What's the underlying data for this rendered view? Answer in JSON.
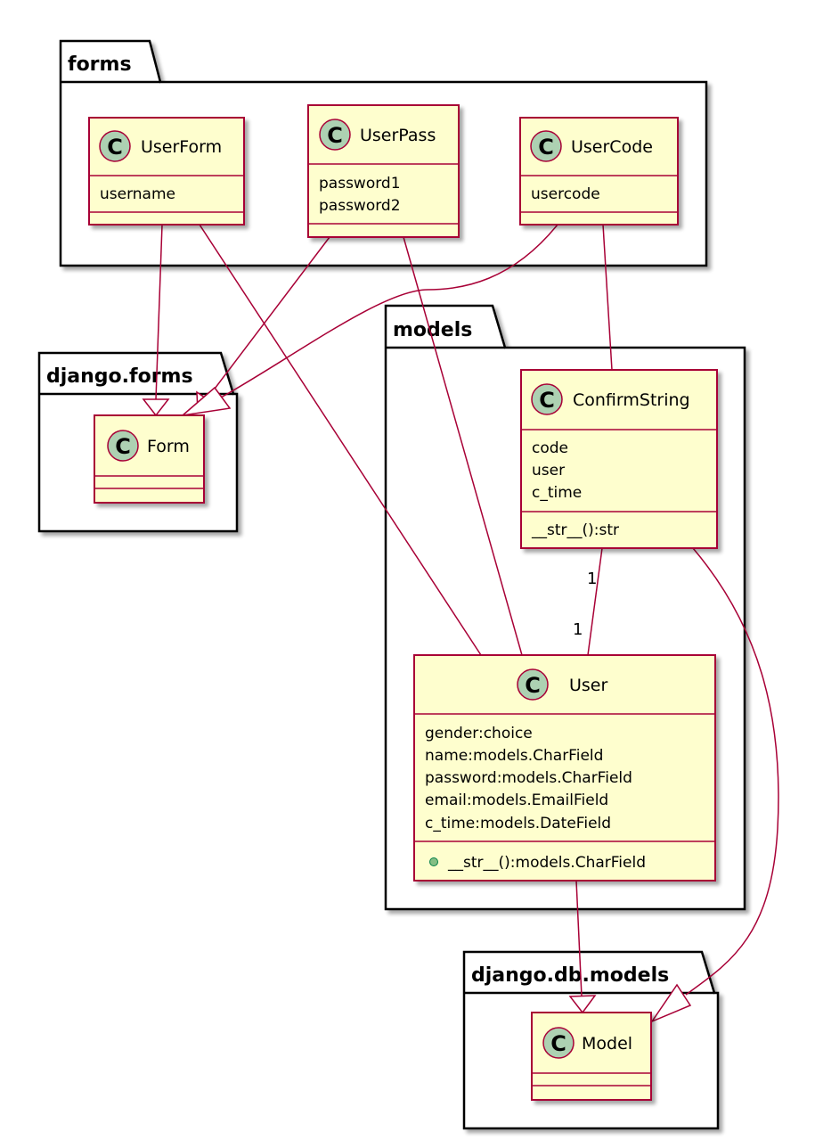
{
  "packages": {
    "forms": "forms",
    "django_forms": "django.forms",
    "models": "models",
    "django_db_models": "django.db.models"
  },
  "class_icon_letter": "C",
  "classes": {
    "userform": {
      "name": "UserForm",
      "fields": [
        "username"
      ]
    },
    "userpass": {
      "name": "UserPass",
      "fields": [
        "password1",
        "password2"
      ]
    },
    "usercode": {
      "name": "UserCode",
      "fields": [
        "usercode"
      ]
    },
    "form": {
      "name": "Form"
    },
    "confirmstring": {
      "name": "ConfirmString",
      "fields": [
        "code",
        "user",
        "c_time"
      ],
      "methods": [
        "__str__():str"
      ]
    },
    "user": {
      "name": "User",
      "fields": [
        "gender:choice",
        "name:models.CharField",
        "password:models.CharField",
        "email:models.EmailField",
        "c_time:models.DateField"
      ],
      "methods": [
        "__str__():models.CharField"
      ]
    },
    "model": {
      "name": "Model"
    }
  },
  "multiplicity": {
    "confirm_end": "1",
    "user_end": "1"
  },
  "colors": {
    "class_fill": "#FEFECE",
    "class_border": "#A80036",
    "icon_fill": "#ADD1B2",
    "public_marker": "#84BE84",
    "package_border": "#000000",
    "edge": "#A80036"
  }
}
